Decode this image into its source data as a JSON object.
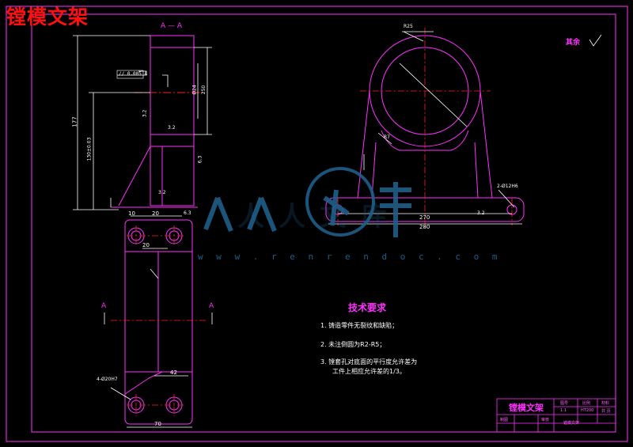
{
  "drawing": {
    "corner_title": "镗模文架",
    "section_label": "A — A",
    "surface_note": "其余",
    "colors": {
      "frame": "#ff30ff",
      "center_line": "#ff2020",
      "dimension": "#ffffff",
      "watermark": "#1e5f8a",
      "text": "#ffffff"
    }
  },
  "dimensions": {
    "height_177": "177",
    "dim_250": "250",
    "dim_250_02": "Ø24",
    "dim_130": "130±0.03",
    "dim_10": "10",
    "dim_20": "20",
    "dim_70": "70",
    "dim_20b": "20",
    "dim_42": "42",
    "dim_270": "270",
    "dim_280": "280",
    "dim_r7": "R7",
    "dim_r25": "R25",
    "hole_note_top": "2-Ø12H6",
    "hole_note_bottom": "4-Ø20H7",
    "tolerance_frame": "// 0.005 A",
    "roughness_marks": [
      "3.2",
      "3.2",
      "6.3",
      "3.2",
      "3.2",
      "6.3"
    ],
    "section_letter": "A"
  },
  "tech_requirements": {
    "title": "技术要求",
    "items": [
      "1. 铸造零件无裂纹和缺陷；",
      "2. 未注倒圆为R2-R5；",
      "3. 镗套孔对底面的平行度允许差为",
      "工件上相应允许差的1/3。"
    ]
  },
  "watermark": {
    "text": "人人文库",
    "url": "w w w . r e n r e n d o c . c o m"
  },
  "title_block": {
    "title": "镗模文架",
    "cells": [
      "图号",
      "比例",
      "材料",
      "1:1",
      "HT200",
      "共 页",
      "制图",
      "审核",
      "镗模文架"
    ]
  }
}
